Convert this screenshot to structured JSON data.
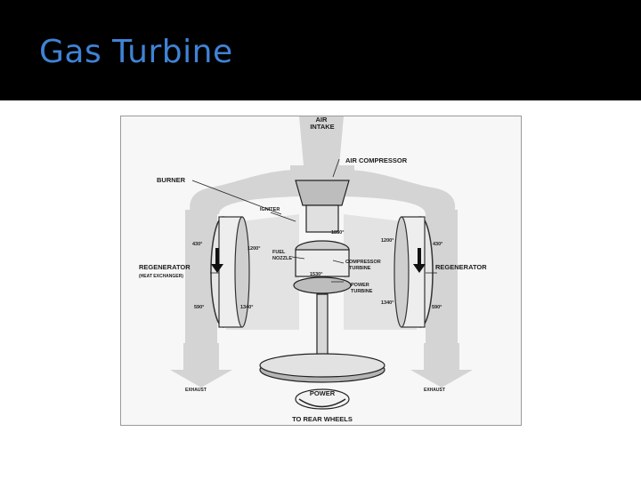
{
  "slide": {
    "title": "Gas Turbine"
  },
  "diagram": {
    "labels": {
      "air_intake": "AIR\nINTAKE",
      "air_compressor": "AIR COMPRESSOR",
      "burner": "BURNER",
      "igniter": "IGNITER",
      "fuel_nozzle": "FUEL\nNOZZLE",
      "compressor_turbine": "COMPRESSOR\nTURBINE",
      "power_turbine": "POWER\nTURBINE",
      "regenerator_left": "REGENERATOR",
      "heat_exchanger": "(HEAT  EXCHANGER)",
      "regenerator_right": "REGENERATOR",
      "exhaust_left": "EXHAUST",
      "exhaust_right": "EXHAUST",
      "power": "POWER",
      "to_rear_wheels": "TO REAR WHEELS"
    },
    "temperatures": {
      "left_in": "430°",
      "left_hot": "1200°",
      "left_out": "590°",
      "left_low": "1340°",
      "burner": "1850°",
      "mid": "1530°",
      "right_hot": "1200°",
      "right_in": "430°",
      "right_low": "1340°",
      "right_out": "590°"
    }
  }
}
